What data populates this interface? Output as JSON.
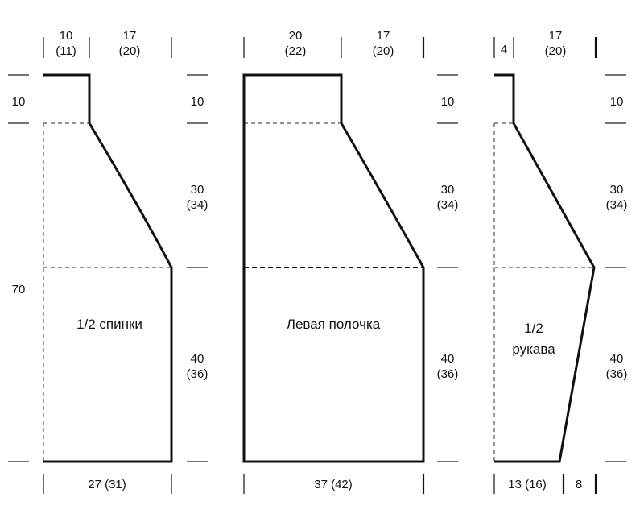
{
  "back": {
    "label": "1/2 спинки",
    "top_dims": {
      "a1": "10",
      "a2": "(11)",
      "b1": "17",
      "b2": "(20)"
    },
    "left_dims": {
      "top": "10",
      "total": "70"
    },
    "right_dims": {
      "top": "10",
      "mid1": "30",
      "mid2": "(34)",
      "bot1": "40",
      "bot2": "(36)"
    },
    "bottom_dim": "27 (31)"
  },
  "front": {
    "label": "Левая полочка",
    "top_dims": {
      "a1": "20",
      "a2": "(22)",
      "b1": "17",
      "b2": "(20)"
    },
    "right_dims": {
      "top": "10",
      "mid1": "30",
      "mid2": "(34)",
      "bot1": "40",
      "bot2": "(36)"
    },
    "bottom_dim": "37 (42)"
  },
  "sleeve": {
    "label1": "1/2",
    "label2": "рукава",
    "top_dims": {
      "a": "4",
      "b1": "17",
      "b2": "(20)"
    },
    "right_dims": {
      "top": "10",
      "mid1": "30",
      "mid2": "(34)",
      "bot1": "40",
      "bot2": "(36)"
    },
    "bottom_dims": {
      "a": "13 (16)",
      "b": "8"
    }
  }
}
